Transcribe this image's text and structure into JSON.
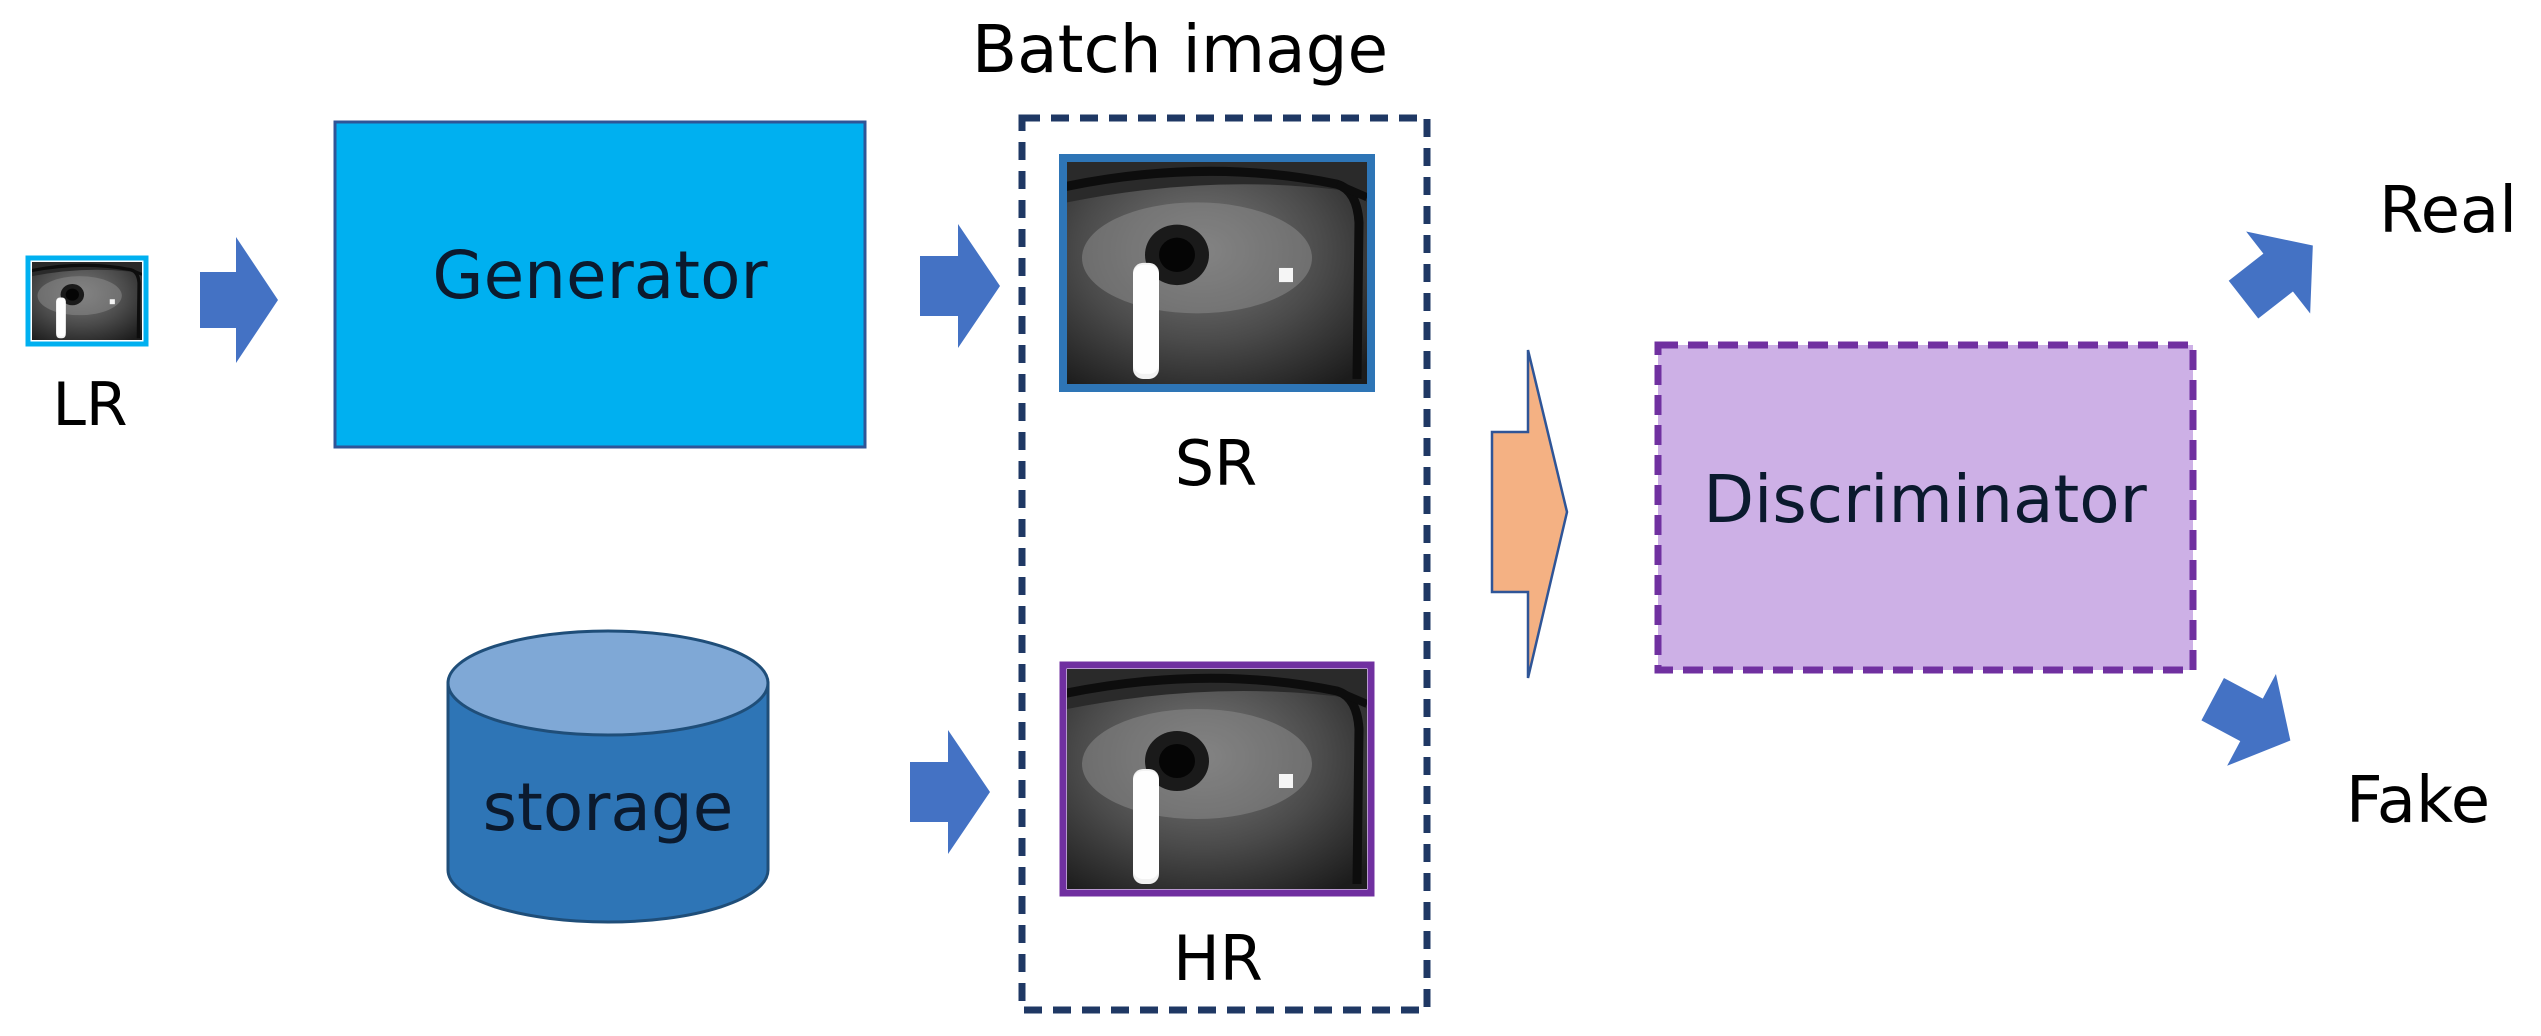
{
  "diagram": {
    "lr_label": "LR",
    "generator_label": "Generator",
    "storage_label": "storage",
    "batch_title": "Batch image",
    "sr_label": "SR",
    "hr_label": "HR",
    "discriminator_label": "Discriminator",
    "real_label": "Real",
    "fake_label": "Fake"
  },
  "colors": {
    "generator_fill": "#00b0f0",
    "generator_stroke": "#2f5597",
    "arrow_blue": "#4472c4",
    "arrow_orange": "#f4b183",
    "storage_body": "#2e75b6",
    "storage_top": "#7fa8d6",
    "batch_border": "#1f3864",
    "sr_frame": "#2e75b6",
    "hr_frame": "#7030a0",
    "lr_frame": "#00b0f0",
    "discriminator_fill": "#cdb0e6",
    "discriminator_stroke": "#7030a0"
  }
}
